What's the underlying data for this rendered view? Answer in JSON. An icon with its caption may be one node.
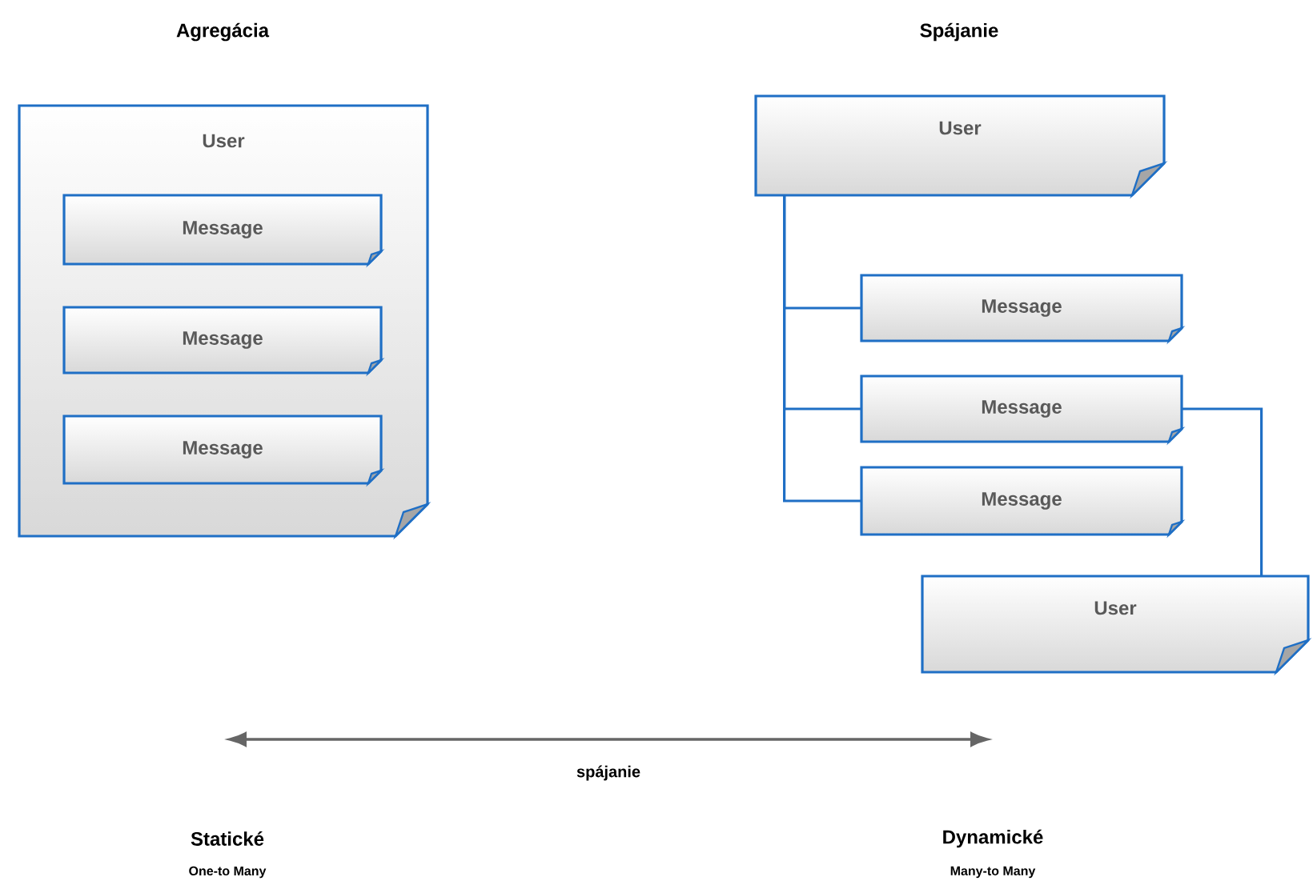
{
  "diagram": {
    "nodes": [
      {
        "text": [
          "User"
        ]
      },
      {
        "text": [
          "Message"
        ],
        "in": 0
      },
      {
        "text": [
          "Message"
        ],
        "in": 0
      },
      {
        "text": [
          "Message"
        ],
        "in": 0
      },
      {
        "text": [
          "User"
        ]
      },
      {
        "text": [
          "Message"
        ]
      },
      {
        "text": [
          "Message"
        ]
      },
      {
        "text": [
          "Message"
        ]
      },
      {
        "text": [
          "User"
        ]
      }
    ],
    "edges": [
      {
        "from": 4,
        "to": 5,
        "arrow": "none"
      },
      {
        "from": 4,
        "to": 6,
        "arrow": "none"
      },
      {
        "from": 4,
        "to": 7,
        "arrow": "none"
      },
      {
        "from": 6,
        "to": 8,
        "arrow": "none"
      }
    ],
    "labels": [
      "Agregácia",
      "Spájanie",
      "spájanie",
      "Statické",
      "One-to Many",
      "Dynamické",
      "Many-to Many"
    ]
  }
}
